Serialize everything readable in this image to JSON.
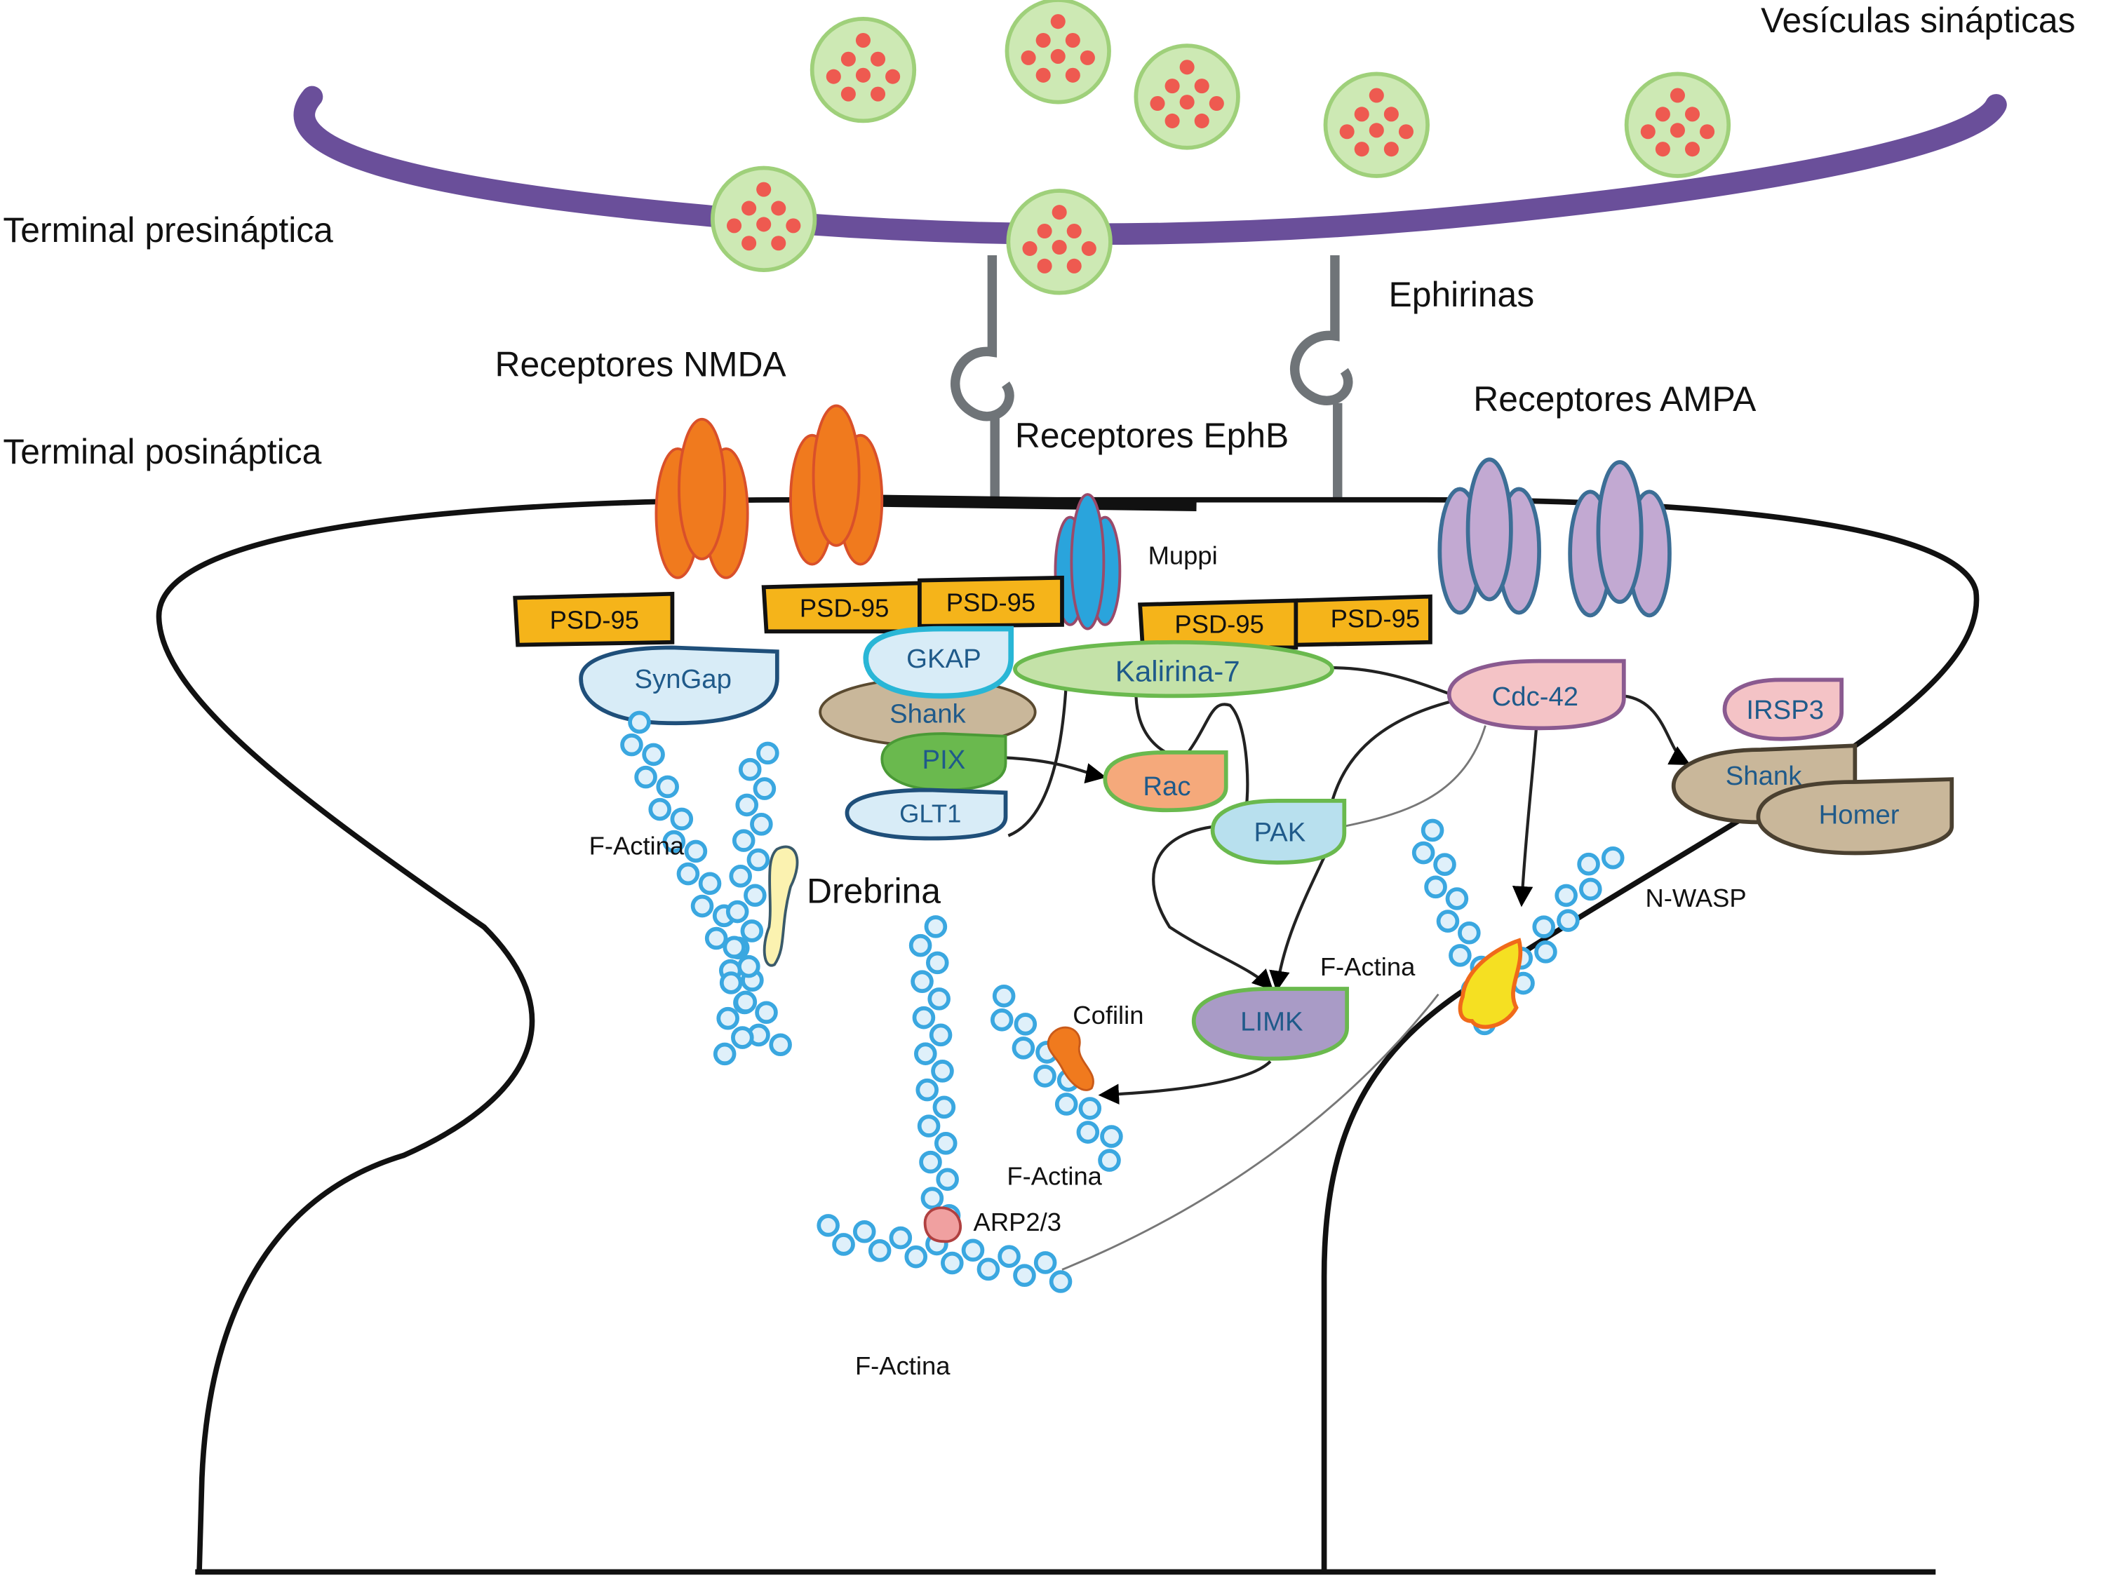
{
  "labels": {
    "vesicles": "Vesículas sinápticas",
    "presynaptic": "Terminal presináptica",
    "postsynaptic": "Terminal posináptica",
    "ephrins": "Ephirinas",
    "nmda": "Receptores NMDA",
    "ephb": "Receptores EphB",
    "ampa": "Receptores AMPA",
    "muppi": "Muppi",
    "drebrina": "Drebrina",
    "factina_1": "F-Actina",
    "factina_2": "F-Actina",
    "factina_3": "F-Actina",
    "factina_4": "F-Actina",
    "cofilin": "Cofilin",
    "arp": "ARP2/3",
    "nwasp": "N-WASP"
  },
  "proteins": {
    "psd95_1": "PSD-95",
    "psd95_2": "PSD-95",
    "psd95_3": "PSD-95",
    "psd95_4": "PSD-95",
    "psd95_5": "PSD-95",
    "syngap": "SynGap",
    "gkap": "GKAP",
    "shank": "Shank",
    "pix": "PIX",
    "glt1": "GLT1",
    "kalirina": "Kalirina-7",
    "rac": "Rac",
    "pak": "PAK",
    "limk": "LIMK",
    "cdc42": "Cdc-42",
    "irsp3": "IRSP3",
    "shank2": "Shank",
    "homer": "Homer"
  },
  "colors": {
    "membrane_pre": "#6a4f9a",
    "vesicle_fill": "#cde9b4",
    "vesicle_dot": "#ee5a50",
    "nmda": "#f07a1e",
    "ampa": "#bfa7cf",
    "psd95": "#f5b41a",
    "actin": "#3aa7e0"
  }
}
